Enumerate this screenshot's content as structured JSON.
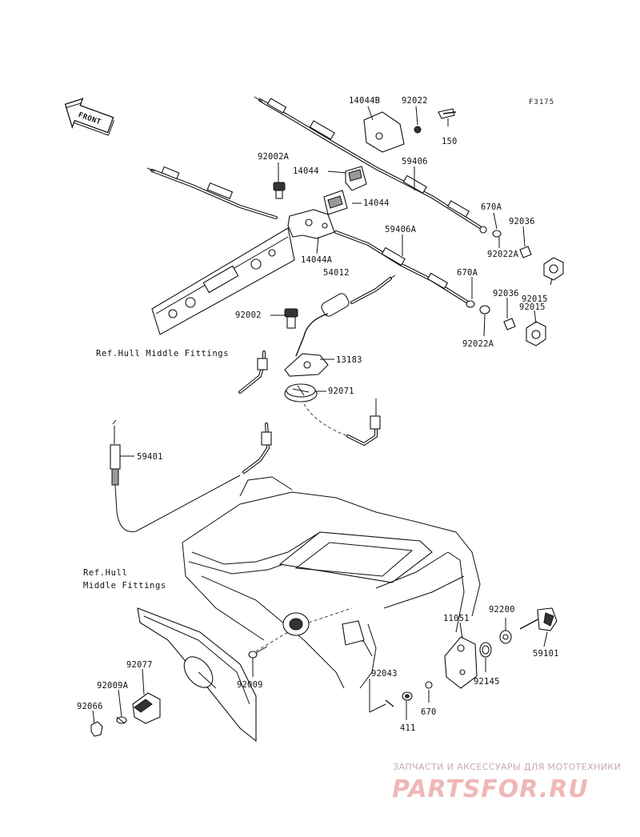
{
  "diagram": {
    "code": "F3175",
    "front_arrow": "FRONT",
    "refs": {
      "ref_top": "Ref.Hull Middle Fittings",
      "ref_bottom_line1": "Ref.Hull",
      "ref_bottom_line2": "Middle Fittings"
    },
    "parts": {
      "p14044B": "14044B",
      "p92022": "92022",
      "p150": "150",
      "p92002A": "92002A",
      "p14044_a": "14044",
      "p14044_b": "14044",
      "p59406": "59406",
      "p670A_a": "670A",
      "p92036_a": "92036",
      "p59406A": "59406A",
      "p14044A": "14044A",
      "p54012": "54012",
      "p92022A_a": "92022A",
      "p670A_b": "670A",
      "p92015_a": "92015",
      "p92036_b": "92036",
      "p92015_b": "92015",
      "p92002": "92002",
      "p92022A_b": "92022A",
      "p13183": "13183",
      "p92071": "92071",
      "p59401": "59401",
      "p92200": "92200",
      "p11051": "11051",
      "p59101": "59101",
      "p92145": "92145",
      "p92043": "92043",
      "p92009": "92009",
      "p92077": "92077",
      "p92009A": "92009A",
      "p92066": "92066",
      "p670": "670",
      "p411": "411"
    }
  },
  "watermark": {
    "line1": "ЗАПЧАСТИ И АКСЕССУАРЫ ДЛЯ МОТОТЕХНИКИ",
    "brand": "PARTSFOR.RU"
  }
}
